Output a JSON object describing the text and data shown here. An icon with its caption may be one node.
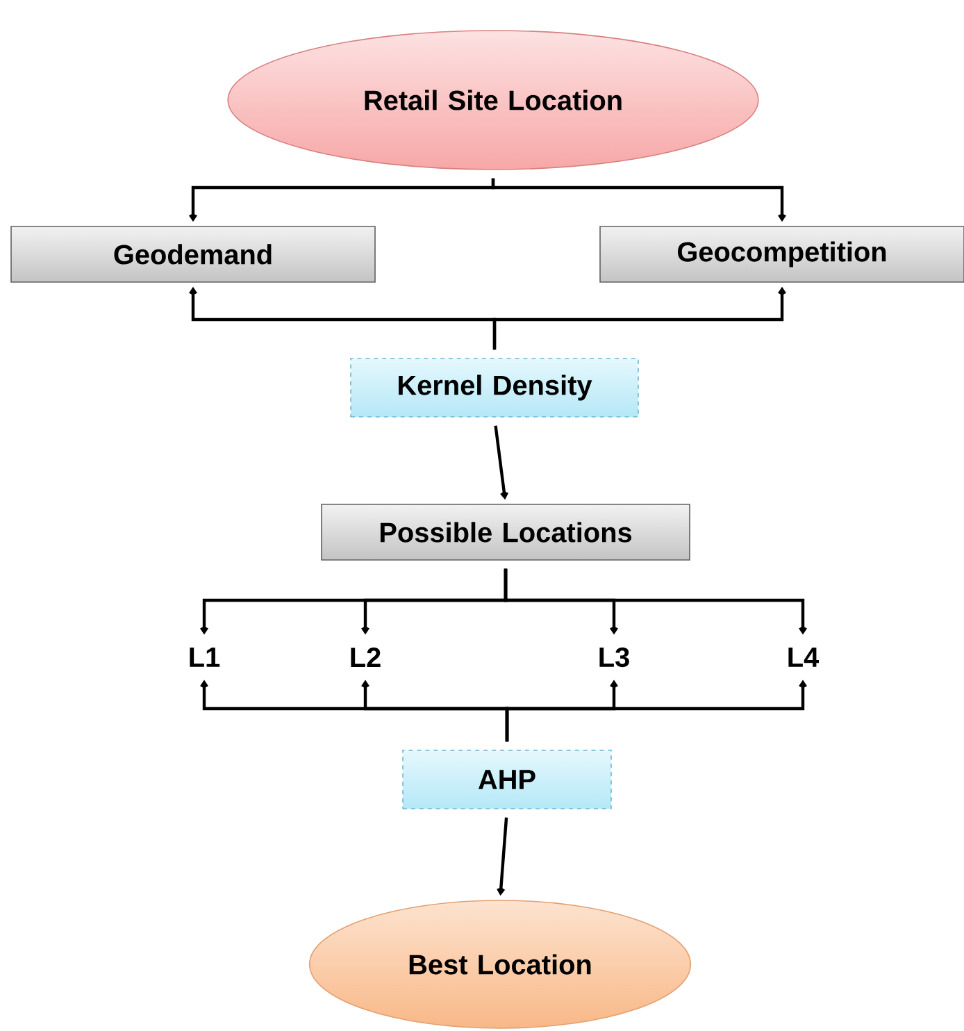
{
  "diagram": {
    "nodes": [
      {
        "text": [
          "Retail Site Location"
        ]
      },
      {
        "text": [
          "Geodemand"
        ]
      },
      {
        "text": [
          "Geocompetition"
        ]
      },
      {
        "text": [
          "Kernel Density"
        ]
      },
      {
        "text": [
          "Possible Locations"
        ]
      },
      {
        "text": [
          "L1"
        ]
      },
      {
        "text": [
          "L2"
        ]
      },
      {
        "text": [
          "L3"
        ]
      },
      {
        "text": [
          "L4"
        ]
      },
      {
        "text": [
          "AHP"
        ]
      },
      {
        "text": [
          "Best Location"
        ]
      }
    ],
    "edges": [
      {
        "from": 0,
        "to": 1,
        "arrow": "to"
      },
      {
        "from": 0,
        "to": 2,
        "arrow": "to"
      },
      {
        "from": 3,
        "to": 1,
        "arrow": "to"
      },
      {
        "from": 3,
        "to": 2,
        "arrow": "to"
      },
      {
        "from": 3,
        "to": 4,
        "arrow": "to"
      },
      {
        "from": 4,
        "to": 5,
        "arrow": "to"
      },
      {
        "from": 4,
        "to": 6,
        "arrow": "to"
      },
      {
        "from": 4,
        "to": 7,
        "arrow": "to"
      },
      {
        "from": 4,
        "to": 8,
        "arrow": "to"
      },
      {
        "from": 9,
        "to": 5,
        "arrow": "to"
      },
      {
        "from": 9,
        "to": 6,
        "arrow": "to"
      },
      {
        "from": 9,
        "to": 7,
        "arrow": "to"
      },
      {
        "from": 9,
        "to": 8,
        "arrow": "to"
      },
      {
        "from": 9,
        "to": 10,
        "arrow": "to"
      }
    ]
  }
}
